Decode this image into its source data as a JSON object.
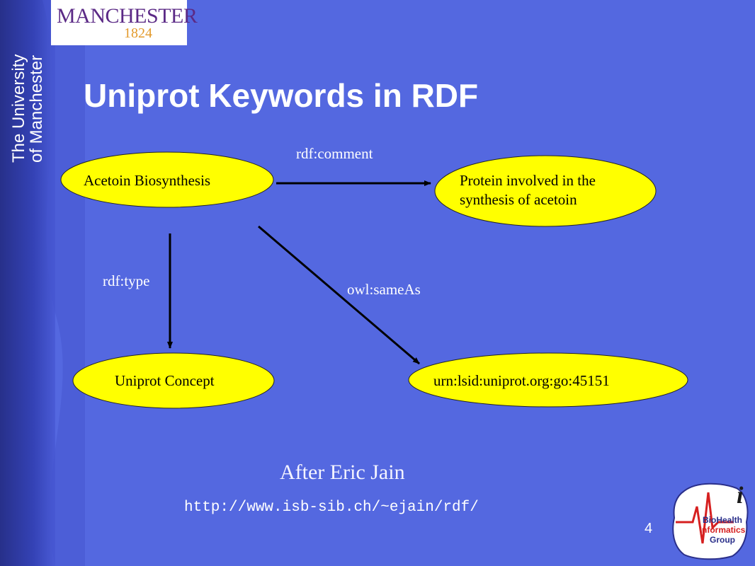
{
  "branding": {
    "logo_main": "MANCHESTER",
    "logo_year": "1824",
    "university_line1": "The University",
    "university_line2": "of Manchester",
    "group_logo_letter": "i",
    "group_logo_line1": "BioHealth",
    "group_logo_line2": "Informatics",
    "group_logo_line3": "Group"
  },
  "slide": {
    "title": "Uniprot Keywords in RDF",
    "credit": "After Eric Jain",
    "url": "http://www.isb-sib.ch/~ejain/rdf/",
    "page_number": "4"
  },
  "diagram": {
    "nodes": {
      "acetoin": "Acetoin Biosynthesis",
      "protein_line1": "Protein involved in the",
      "protein_line2": "synthesis of acetoin",
      "concept": "Uniprot Concept",
      "urn": "urn:lsid:uniprot.org:go:45151"
    },
    "edges": {
      "comment": "rdf:comment",
      "type": "rdf:type",
      "sameas": "owl:sameAs"
    },
    "colors": {
      "node_fill": "#ffff00",
      "background": "#5468e0",
      "arrow": "#000000"
    }
  }
}
